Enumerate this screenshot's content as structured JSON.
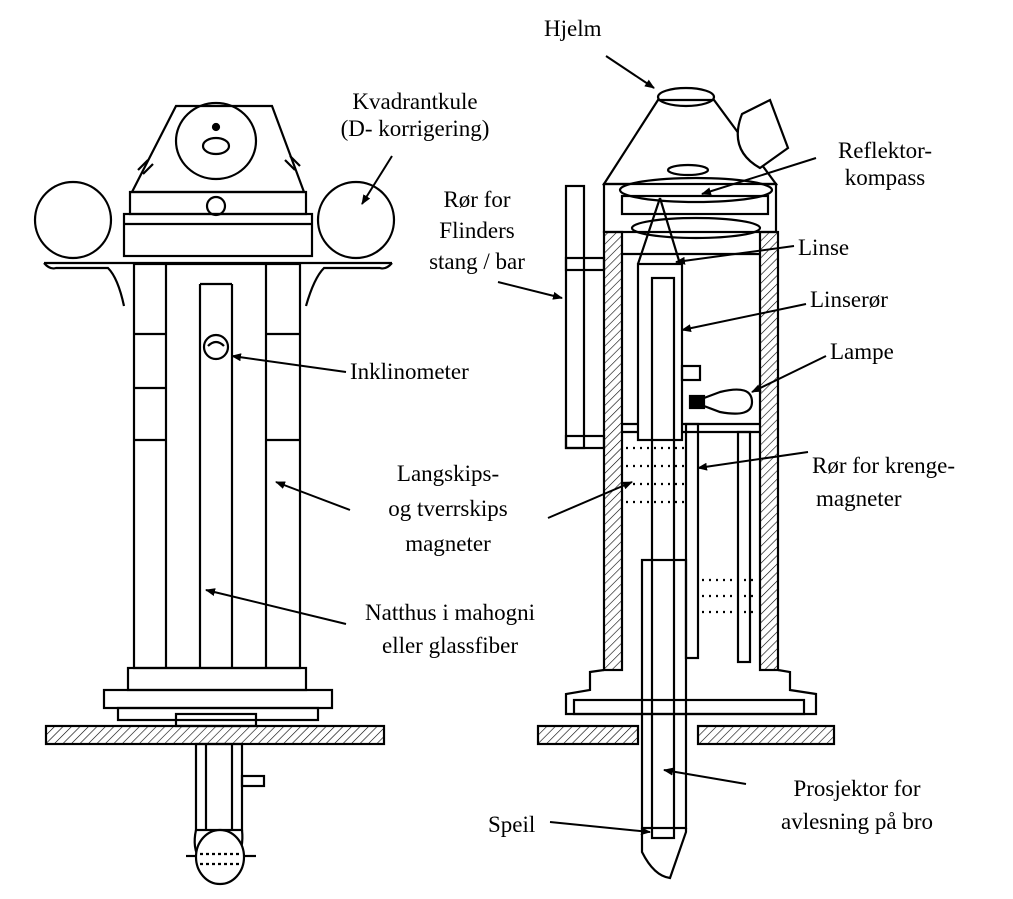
{
  "labels": {
    "hjelm": "Hjelm",
    "kvadrantkule_1": "Kvadrantkule",
    "kvadrantkule_2": "(D- korrigering)",
    "reflektor_1": "Reflektor-",
    "reflektor_2": "kompass",
    "ror_flinders_1": "Rør for",
    "ror_flinders_2": "Flinders",
    "ror_flinders_3": "stang / bar",
    "linse": "Linse",
    "linseror": "Linserør",
    "lampe": "Lampe",
    "inklinometer": "Inklinometer",
    "ror_krenge_1": "Rør for krenge-",
    "ror_krenge_2": "magneter",
    "langskips_1": "Langskips-",
    "langskips_2": "og tverrskips",
    "langskips_3": "magneter",
    "natthus_1": "Natthus i mahogni",
    "natthus_2": "eller glassfiber",
    "prosjektor_1": "Prosjektor for",
    "prosjektor_2": "avlesning på bro",
    "speil": "Speil"
  },
  "colors": {
    "ink": "#000000",
    "paper": "#ffffff"
  }
}
